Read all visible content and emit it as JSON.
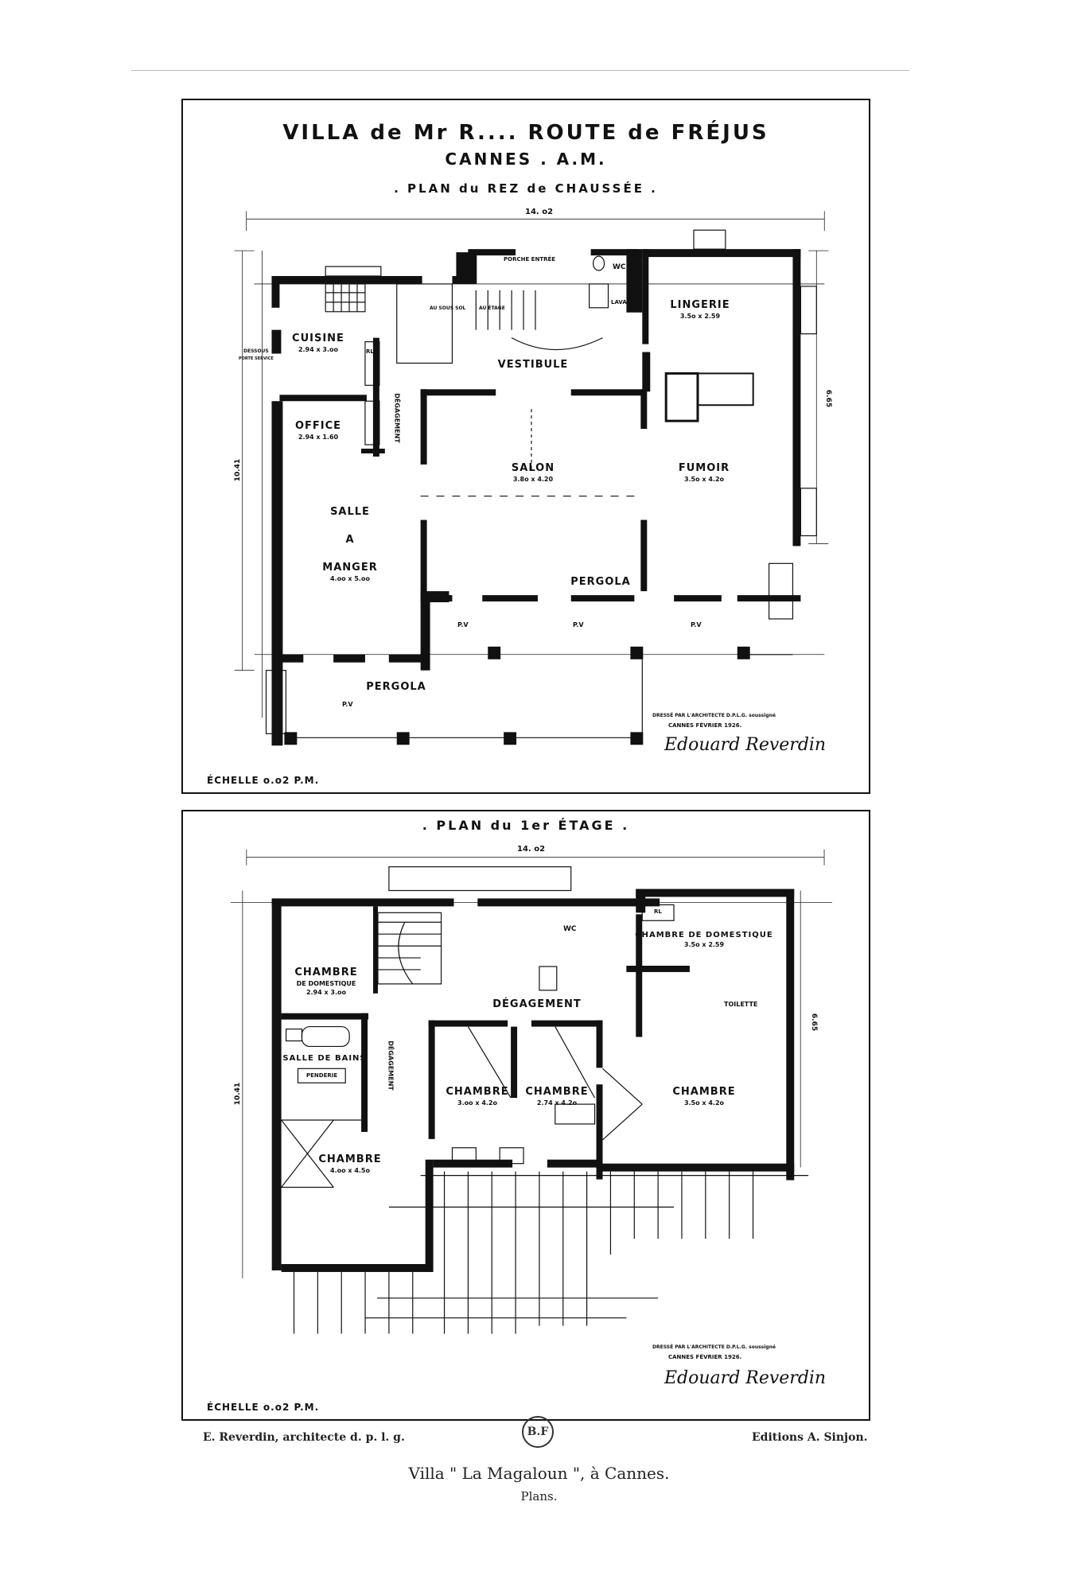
{
  "ground_floor": {
    "title_line1": "VILLA de Mr R.... ROUTE de FRÉJUS",
    "title_line2": "CANNES . A.M.",
    "plan_title": ". PLAN du REZ de CHAUSSÉE .",
    "width_dim": "14. o2",
    "height_dim_left": "10.41",
    "height_dim_right": "6.65",
    "rooms": {
      "porche": "PORCHE ENTRÉE",
      "wc": "WC",
      "lavabo": "LAVABO",
      "lingerie": "LINGERIE",
      "lingerie_dim": "3.5o x 2.59",
      "cuisine": "CUISINE",
      "cuisine_dim": "2.94 x 3.oo",
      "office": "OFFICE",
      "office_dim": "2.94 x 1.60",
      "vestibule": "VESTIBULE",
      "degagement": "DÉGAGEMENT",
      "salon": "SALON",
      "salon_dim": "3.8o x 4.20",
      "fumoir": "FUMOIR",
      "fumoir_dim": "3.5o x 4.2o",
      "salle": "SALLE",
      "a": "A",
      "manger": "MANGER",
      "manger_dim": "4.oo x 5.oo",
      "pergola_1": "PERGOLA",
      "pergola_2": "PERGOLA",
      "rl": "RL",
      "pv": "P.V",
      "dessous": "DESSOUS",
      "au_sous_sol": "AU SOUS SOL",
      "au_etage": "AU ÉTAGE",
      "porte_service": "PORTE SERVICE"
    },
    "credit": "DRESSÉ PAR L'ARCHITECTE D.P.L.G. soussigné",
    "date": "CANNES FÉVRIER 1926.",
    "signature": "Edouard Reverdin",
    "scale": "ÉCHELLE o.o2 P.M."
  },
  "first_floor": {
    "plan_title": ". PLAN du 1er ÉTAGE .",
    "width_dim": "14. o2",
    "height_dim_left": "10.41",
    "height_dim_right": "6.65",
    "rooms": {
      "wc": "WC",
      "chambre_domestique_1": "CHAMBRE",
      "chambre_domestique_1_sub": "DE DOMESTIQUE",
      "chambre_domestique_1_dim": "2.94 x 3.oo",
      "chambre_domestique_2": "CHAMBRE DE DOMESTIQUE",
      "chambre_domestique_2_dim": "3.5o x 2.59",
      "degagement": "DÉGAGEMENT",
      "degagement_v": "DÉGAGEMENT",
      "toilette": "TOILETTE",
      "salle_de_bains": "SALLE DE BAINS",
      "penderie": "PENDERIE",
      "chambre_a": "CHAMBRE",
      "chambre_a_dim": "3.oo x 4.2o",
      "chambre_b": "CHAMBRE",
      "chambre_b_dim": "2.74 x 4.2o",
      "chambre_c": "CHAMBRE",
      "chambre_c_dim": "3.5o x 4.2o",
      "chambre_d": "CHAMBRE",
      "chambre_d_dim": "4.oo x 4.5o",
      "rl": "RL"
    },
    "credit": "DRESSÉ PAR L'ARCHITECTE D.P.L.G. soussigné",
    "date": "CANNES FÉVRIER 1926.",
    "signature": "Edouard Reverdin",
    "scale": "ÉCHELLE o.o2 P.M."
  },
  "footer": {
    "architect": "E. Reverdin, architecte d. p. l. g.",
    "stamp": "B.F",
    "publisher": "Editions A. Sinjon.",
    "caption": "Villa \" La Magaloun \", à Cannes.",
    "subcaption": "Plans."
  }
}
